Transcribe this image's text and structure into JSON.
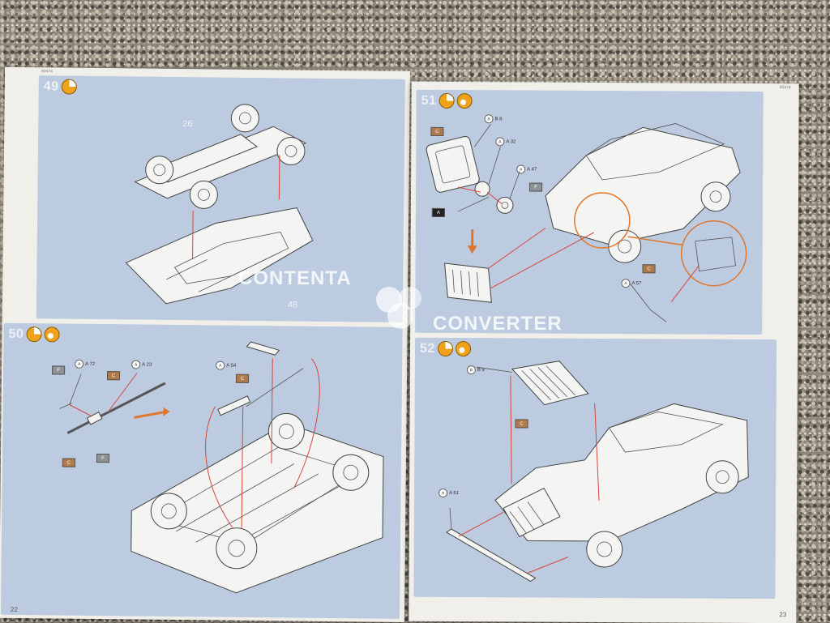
{
  "left_page": {
    "code": "80474",
    "page_number": "22",
    "steps": [
      {
        "number": "49",
        "badges": [
          "glue"
        ],
        "part_labels": [
          "26",
          "48"
        ]
      },
      {
        "number": "50",
        "badges": [
          "glue",
          "paint"
        ],
        "callouts": [
          "A 72",
          "A 23",
          "A 54"
        ],
        "flags": [
          "F",
          "C",
          "C",
          "F",
          "C"
        ]
      }
    ]
  },
  "right_page": {
    "code": "80474",
    "page_number": "23",
    "steps": [
      {
        "number": "51",
        "badges": [
          "glue",
          "paint"
        ],
        "callouts": [
          "B 8",
          "A 32",
          "A 47",
          "A 57"
        ],
        "flags": [
          "C",
          "F",
          "A",
          "C"
        ]
      },
      {
        "number": "52",
        "badges": [
          "glue",
          "paint"
        ],
        "callouts": [
          "B 9",
          "A 61"
        ],
        "flags": [
          "C"
        ]
      }
    ]
  },
  "watermark": {
    "line1": "CONTENTA",
    "line2": "CONVERTER"
  },
  "colors": {
    "panel": "#bccbdf",
    "paper": "#f1efea",
    "badge_orange": "#f0a21a",
    "arrow_red": "#d9443c",
    "arrow_orange": "#e0762c"
  }
}
